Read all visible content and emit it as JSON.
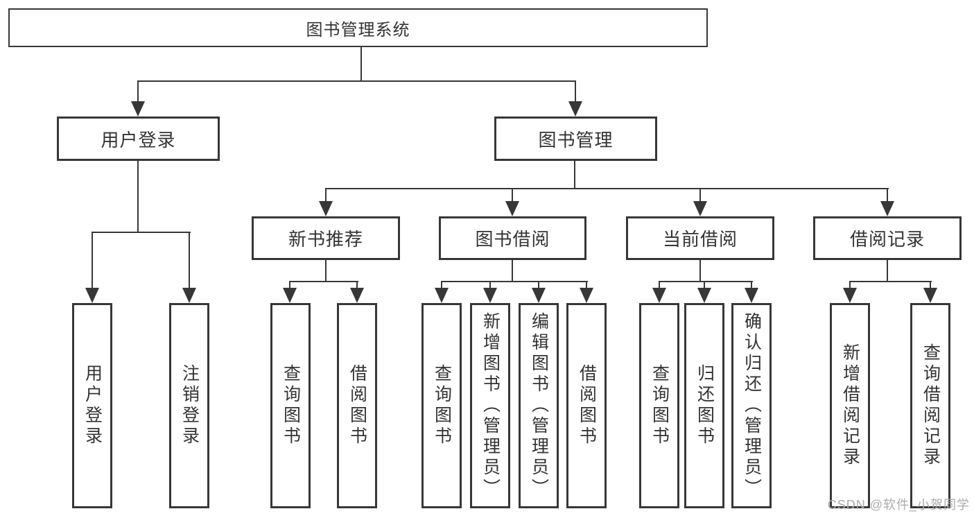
{
  "diagram": {
    "root": {
      "label": "图书管理系统"
    },
    "level2": [
      {
        "label": "用户登录",
        "children": [
          "用户登录",
          "注销登录"
        ]
      },
      {
        "label": "图书管理"
      }
    ],
    "level3": [
      {
        "label": "新书推荐",
        "children": [
          "查询图书",
          "借阅图书"
        ]
      },
      {
        "label": "图书借阅",
        "children": [
          "查询图书",
          "新增图书（管理员）",
          "编辑图书（管理员）",
          "借阅图书"
        ]
      },
      {
        "label": "当前借阅",
        "children": [
          "查询图书",
          "归还图书",
          "确认归还（管理员）"
        ]
      },
      {
        "label": "借阅记录",
        "children": [
          "新增借阅记录",
          "查询借阅记录"
        ]
      }
    ],
    "watermark": "CSDN @软件_小贺同学",
    "colors": {
      "line": "#373737",
      "text": "#333333",
      "watermark": "#ababab",
      "background": "#ffffff"
    }
  }
}
